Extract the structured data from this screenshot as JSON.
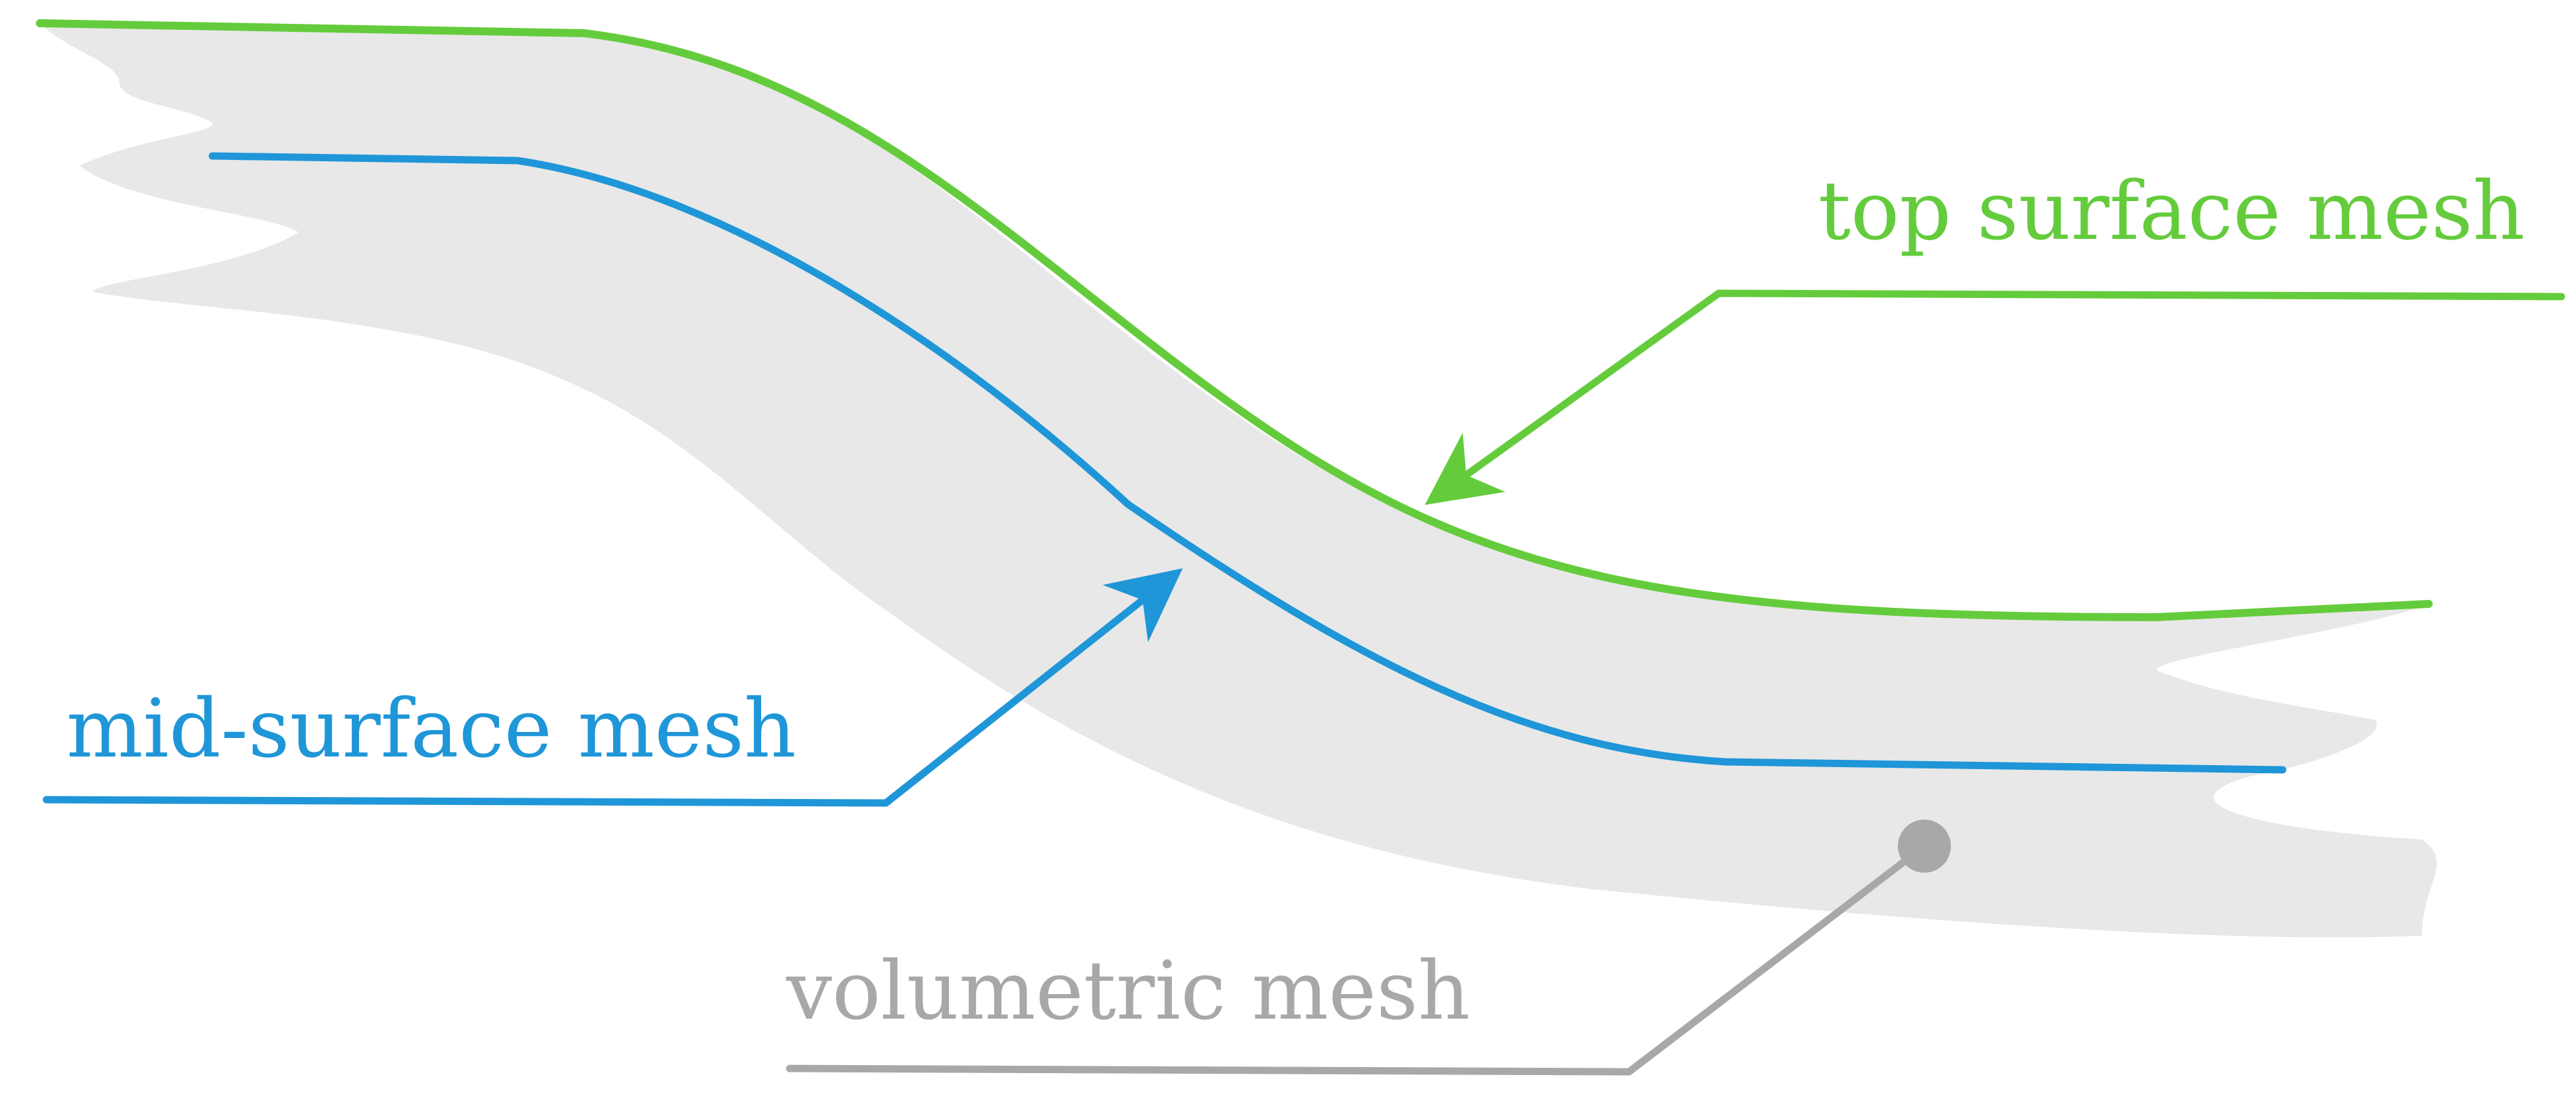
{
  "labels": {
    "top_surface": "top surface mesh",
    "mid_surface": "mid-surface mesh",
    "volumetric": "volumetric mesh"
  },
  "colors": {
    "top_surface": "#64cc3c",
    "mid_surface": "#1f96d8",
    "volumetric": "#a8a8a8",
    "volume_fill": "#e8e8e8"
  }
}
